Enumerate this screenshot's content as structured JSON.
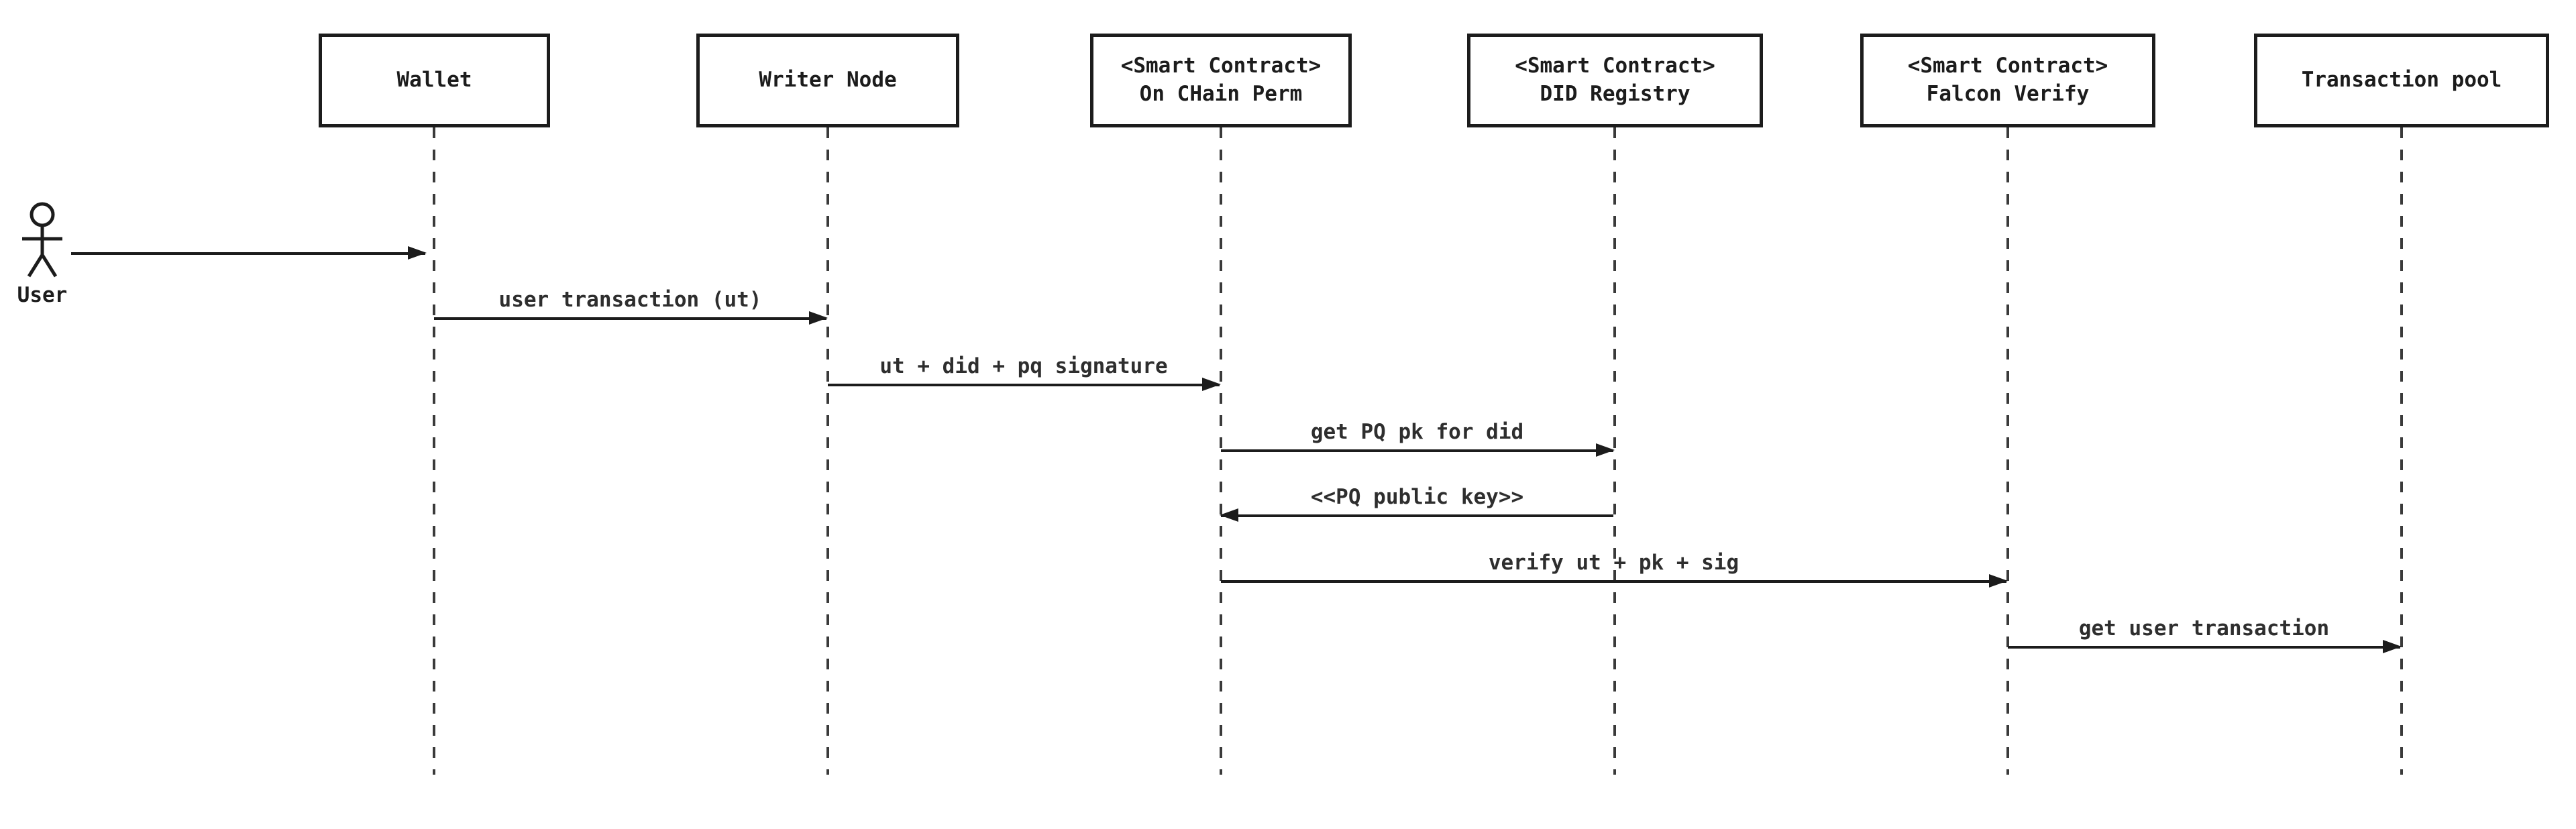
{
  "diagram": {
    "type": "uml-sequence-diagram",
    "background": "#ffffff",
    "line_color": "#1c1c1c",
    "text_color": "#1c1c1c",
    "actor": {
      "label": "User"
    },
    "participants": [
      {
        "stereotype": "",
        "name": "Wallet"
      },
      {
        "stereotype": "",
        "name": "Writer Node"
      },
      {
        "stereotype": "<Smart Contract>",
        "name": "On CHain Perm"
      },
      {
        "stereotype": "<Smart Contract>",
        "name": "DID Registry"
      },
      {
        "stereotype": "<Smart Contract>",
        "name": "Falcon Verify"
      },
      {
        "stereotype": "",
        "name": "Transaction pool"
      }
    ],
    "messages": [
      {
        "from": "User",
        "to": "Wallet",
        "label": "",
        "direction": "right"
      },
      {
        "from": "Wallet",
        "to": "Writer Node",
        "label": "user transaction (ut)",
        "direction": "right"
      },
      {
        "from": "Writer Node",
        "to": "On CHain Perm",
        "label": "ut + did + pq signature",
        "direction": "right"
      },
      {
        "from": "On CHain Perm",
        "to": "DID Registry",
        "label": "get PQ pk for did",
        "direction": "right"
      },
      {
        "from": "DID Registry",
        "to": "On CHain Perm",
        "label": "<<PQ public key>>",
        "direction": "left"
      },
      {
        "from": "On CHain Perm",
        "to": "Falcon Verify",
        "label": "verify ut + pk + sig",
        "direction": "right"
      },
      {
        "from": "Falcon Verify",
        "to": "Transaction pool",
        "label": "get user transaction",
        "direction": "right"
      }
    ]
  }
}
